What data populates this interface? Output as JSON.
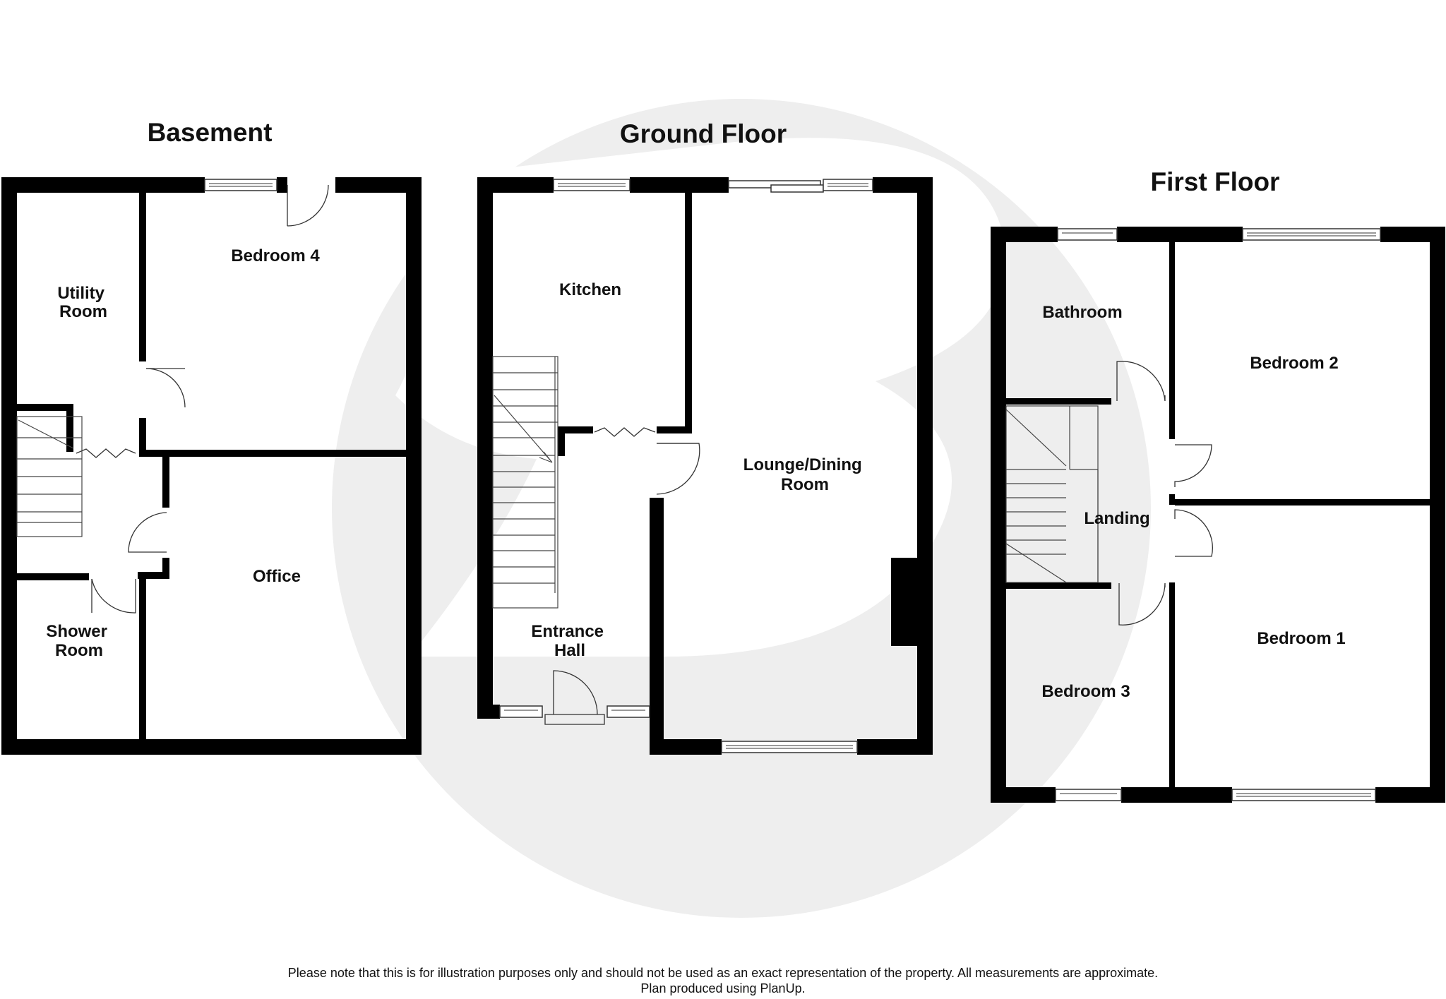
{
  "floors": {
    "basement": {
      "title": "Basement",
      "rooms": {
        "utility": [
          "Utility",
          "Room"
        ],
        "bedroom4": [
          "Bedroom 4"
        ],
        "shower": [
          "Shower",
          "Room"
        ],
        "office": [
          "Office"
        ]
      }
    },
    "ground": {
      "title": "Ground Floor",
      "rooms": {
        "kitchen": [
          "Kitchen"
        ],
        "lounge": [
          "Lounge/Dining",
          "Room"
        ],
        "entrance": [
          "Entrance",
          "Hall"
        ]
      }
    },
    "first": {
      "title": "First Floor",
      "rooms": {
        "bathroom": [
          "Bathroom"
        ],
        "bedroom2": [
          "Bedroom 2"
        ],
        "landing": [
          "Landing"
        ],
        "bedroom3": [
          "Bedroom 3"
        ],
        "bedroom1": [
          "Bedroom 1"
        ]
      }
    }
  },
  "disclaimer": {
    "line1": "Please note that this is for illustration purposes only and should not be used as an exact representation of the property. All measurements are approximate.",
    "line2": "Plan produced using PlanUp."
  },
  "colors": {
    "wall": "#000000",
    "watermark": "#eeeeee",
    "text": "#111111"
  }
}
